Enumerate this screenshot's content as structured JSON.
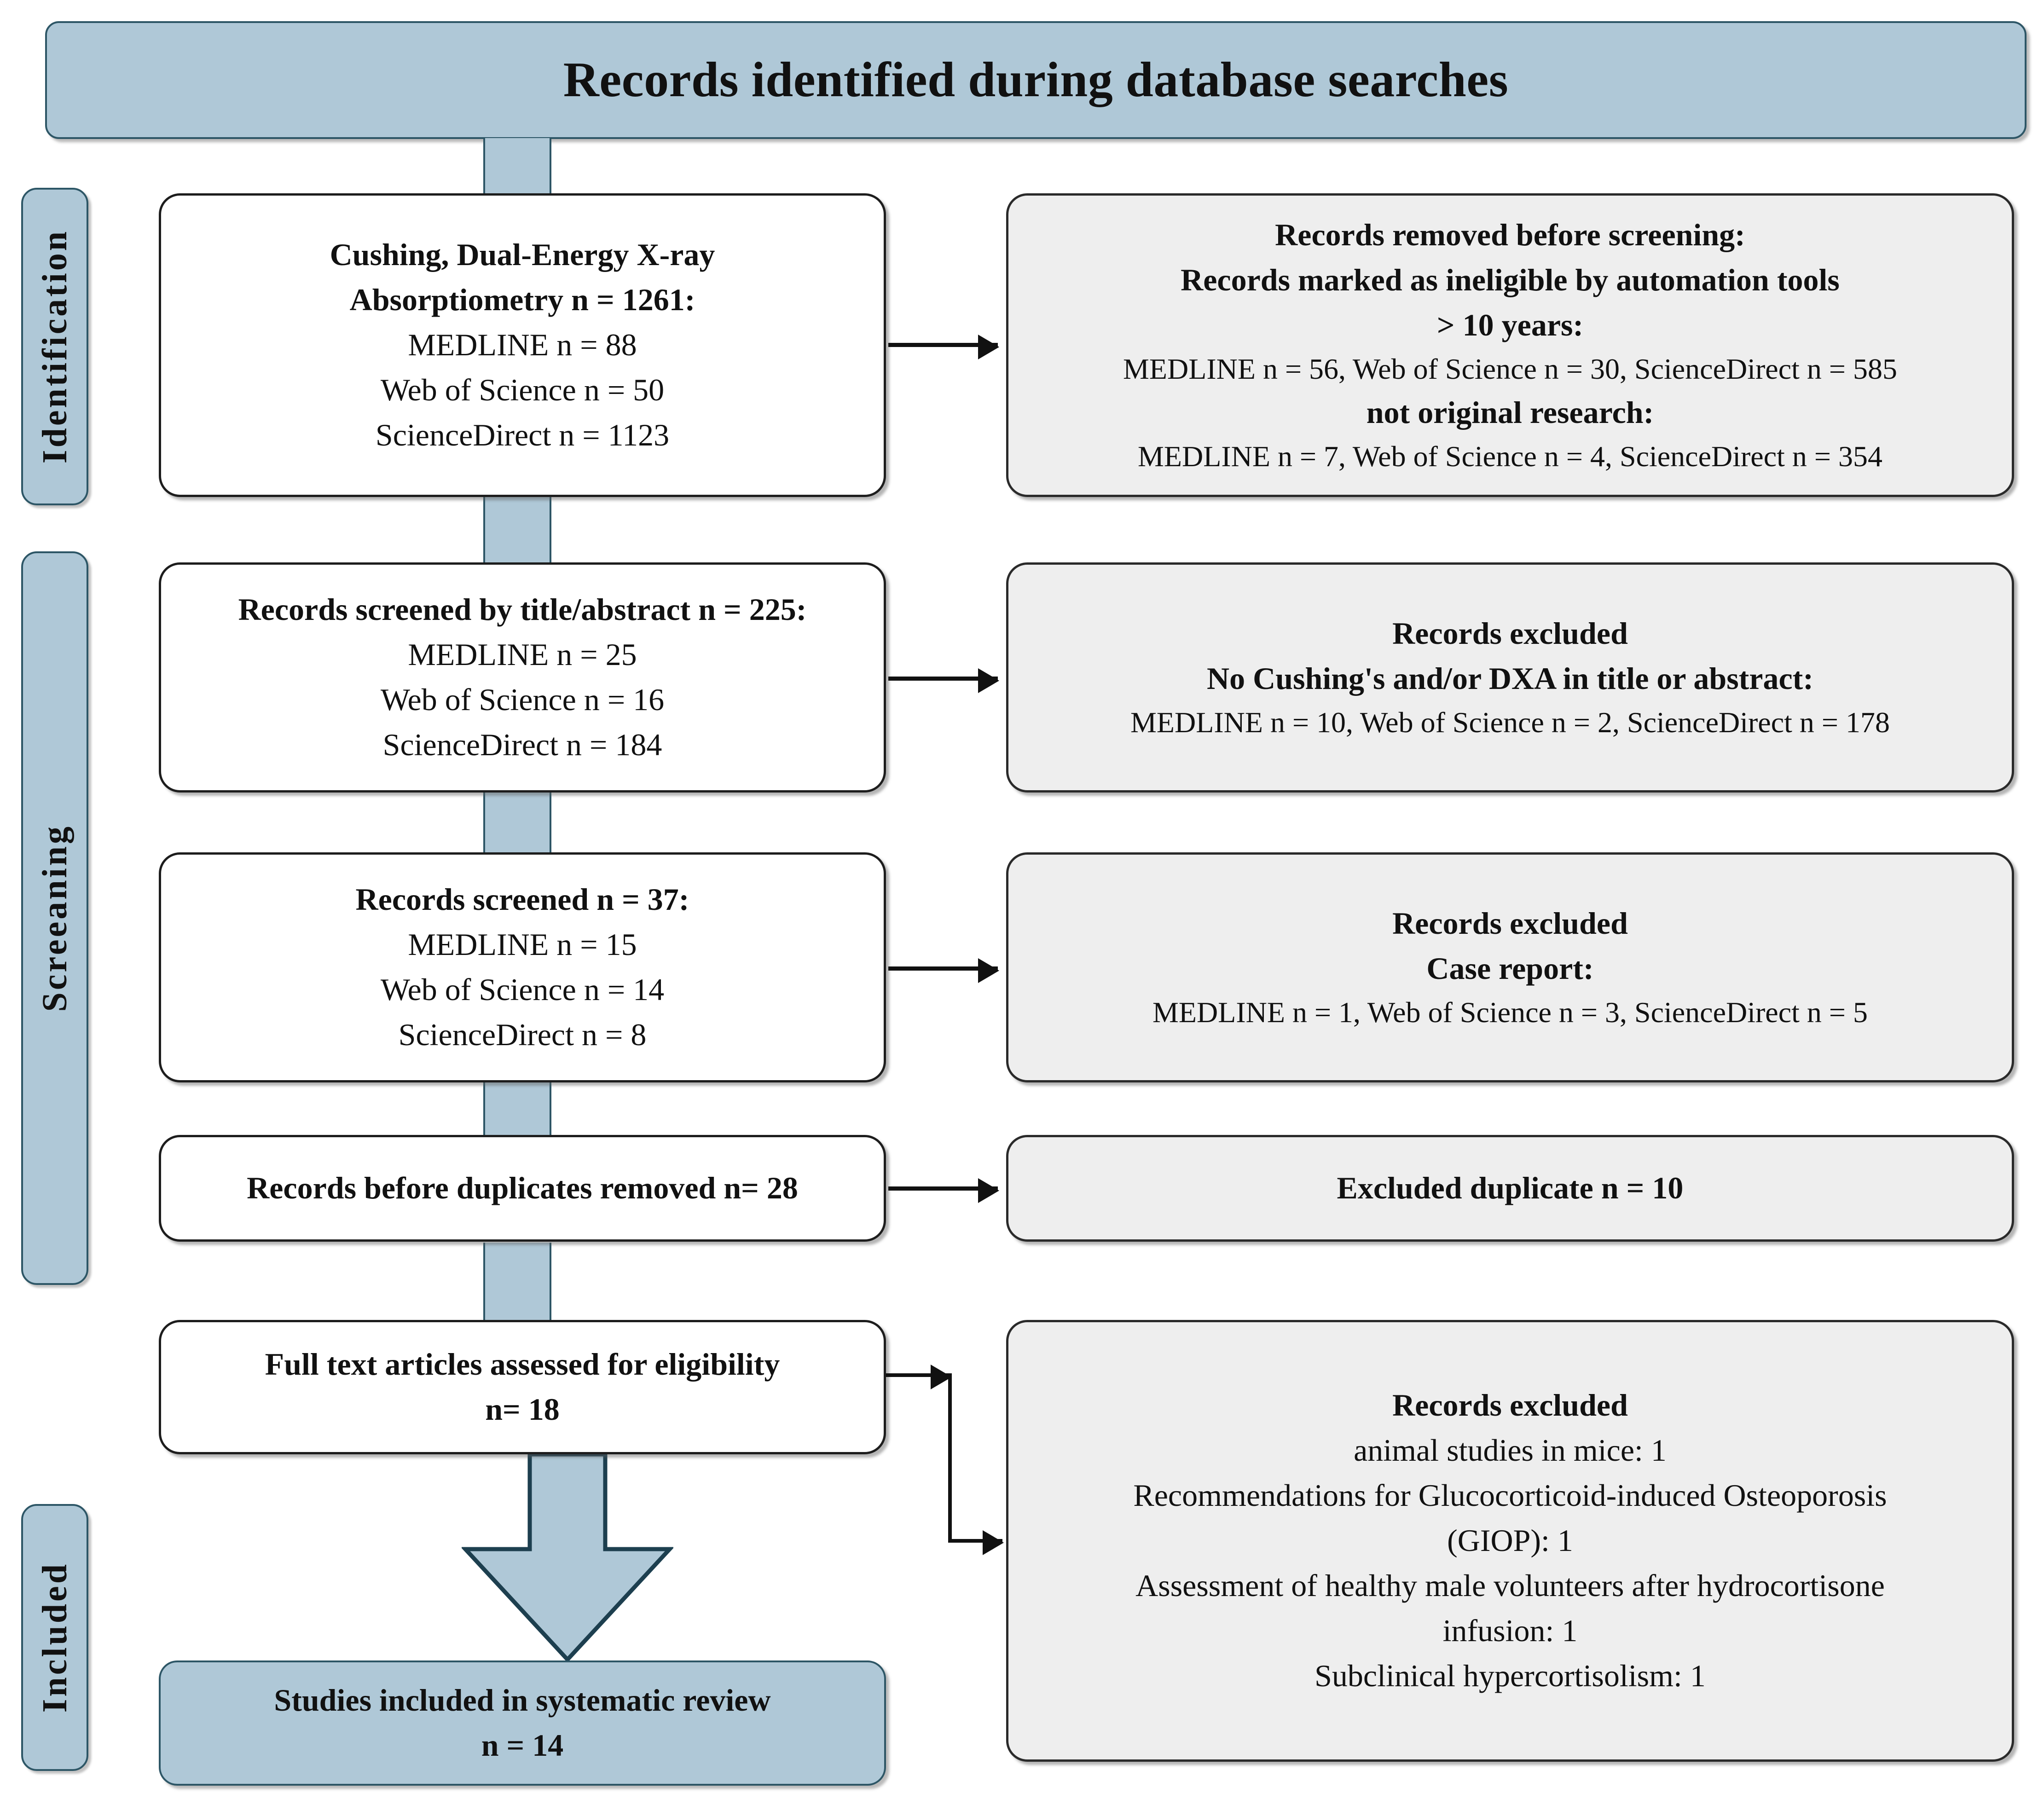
{
  "header": {
    "title": "Records identified during database searches"
  },
  "stages": [
    {
      "id": "identification",
      "label": "Identification"
    },
    {
      "id": "screening",
      "label": "Screeaning"
    },
    {
      "id": "included",
      "label": "Included"
    }
  ],
  "flow": {
    "identification_sources": {
      "title_line1": "Cushing, Dual-Energy X-ray",
      "title_line2": "Absorptiometry n = 1261:",
      "items": [
        "MEDLINE n = 88",
        "Web of Science n = 50",
        "ScienceDirect n = 1123"
      ]
    },
    "removed_before_screening": {
      "heading": "Records removed before screening:",
      "reason1_heading": "Records marked as ineligible by automation tools",
      "reason1_sub": "> 10 years:",
      "reason1_counts": "MEDLINE n = 56,  Web of Science n =  30, ScienceDirect n = 585",
      "reason2_heading": "not original research:",
      "reason2_counts": "MEDLINE n = 7, Web of Science n = 4, ScienceDirect n = 354"
    },
    "screened_title_abstract": {
      "heading": "Records screened by title/abstract n =  225:",
      "items": [
        "MEDLINE n = 25",
        "Web of Science n = 16",
        "ScienceDirect n = 184"
      ]
    },
    "excluded_title_abstract": {
      "heading": "Records excluded",
      "reason": "No Cushing's and/or DXA in title or abstract:",
      "counts": "MEDLINE n = 10, Web of Science n = 2, ScienceDirect n = 178"
    },
    "records_screened": {
      "heading": "Records screened n =  37:",
      "items": [
        "MEDLINE n = 15",
        "Web of Science n = 14",
        "ScienceDirect n = 8"
      ]
    },
    "excluded_case_report": {
      "heading": "Records excluded",
      "reason": "Case report:",
      "counts": "MEDLINE n = 1, Web of Science n = 3, ScienceDirect n = 5"
    },
    "before_duplicates": {
      "heading": "Records before duplicates removed  n= 28"
    },
    "excluded_duplicate": {
      "heading": "Excluded duplicate n = 10"
    },
    "full_text_assessed": {
      "line1": "Full text articles assessed for eligibility",
      "line2": "n= 18"
    },
    "excluded_full_text": {
      "heading": "Records excluded",
      "items": [
        "animal studies in mice: 1",
        "Recommendations for Glucocorticoid-induced Osteoporosis",
        "(GIOP): 1",
        "Assessment of healthy male volunteers after hydrocortisone",
        "infusion: 1",
        "Subclinical hypercortisolism: 1"
      ]
    },
    "studies_included": {
      "line1": "Studies included in systematic review",
      "line2": "n = 14"
    }
  },
  "colors": {
    "accent_fill": "#afc8d7",
    "accent_border": "#2d5666",
    "grey_fill": "#eeeeee",
    "box_border": "#1d1d1d"
  }
}
